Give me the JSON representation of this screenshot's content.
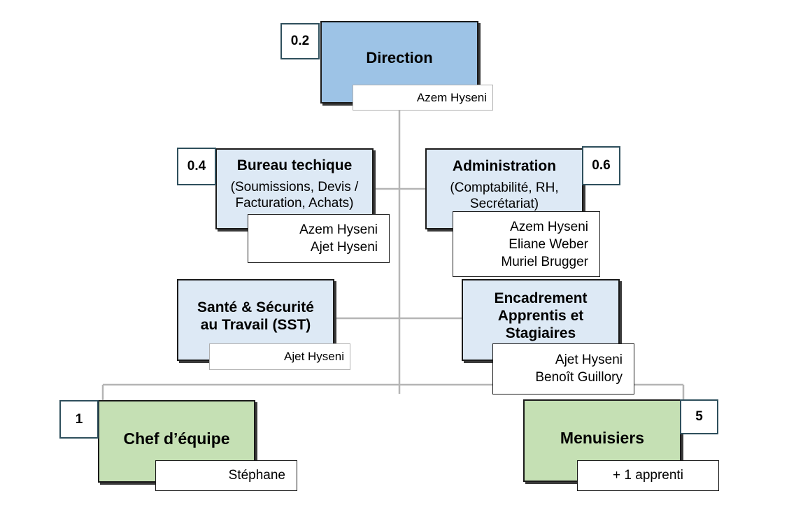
{
  "nodes": {
    "direction": {
      "number": "0.2",
      "title": "Direction",
      "people": [
        "Azem Hyseni"
      ]
    },
    "bureau": {
      "number": "0.4",
      "title": "Bureau techique",
      "subtitle": "(Soumissions, Devis / Facturation, Achats)",
      "subtitle_lines": [
        "(Soumissions, Devis /",
        "Facturation, Achats)"
      ],
      "people": [
        "Azem Hyseni",
        "Ajet Hyseni"
      ]
    },
    "administration": {
      "number": "0.6",
      "title": "Administration",
      "subtitle_lines": [
        "(Comptabilité, RH,",
        "Secrétariat)"
      ],
      "people": [
        "Azem Hyseni",
        "Eliane Weber",
        "Muriel Brugger"
      ]
    },
    "sst": {
      "title_lines": [
        "Santé & Sécurité",
        "au Travail (SST)"
      ],
      "people": [
        "Ajet Hyseni"
      ]
    },
    "encadrement": {
      "title_lines": [
        "Encadrement",
        "Apprentis et",
        "Stagiaires"
      ],
      "people": [
        "Ajet Hyseni",
        "Benoît Guillory"
      ]
    },
    "chef": {
      "number": "1",
      "title": "Chef d’équipe",
      "people": [
        "Stéphane"
      ]
    },
    "menuisiers": {
      "number": "5",
      "title": "Menuisiers",
      "people": [
        "+ 1 apprenti"
      ]
    }
  },
  "colors": {
    "top": "#9dc3e6",
    "staff": "#dde9f5",
    "field": "#c5e0b4",
    "connector": "#b5b5b5",
    "number_border": "#2e4f5c"
  }
}
